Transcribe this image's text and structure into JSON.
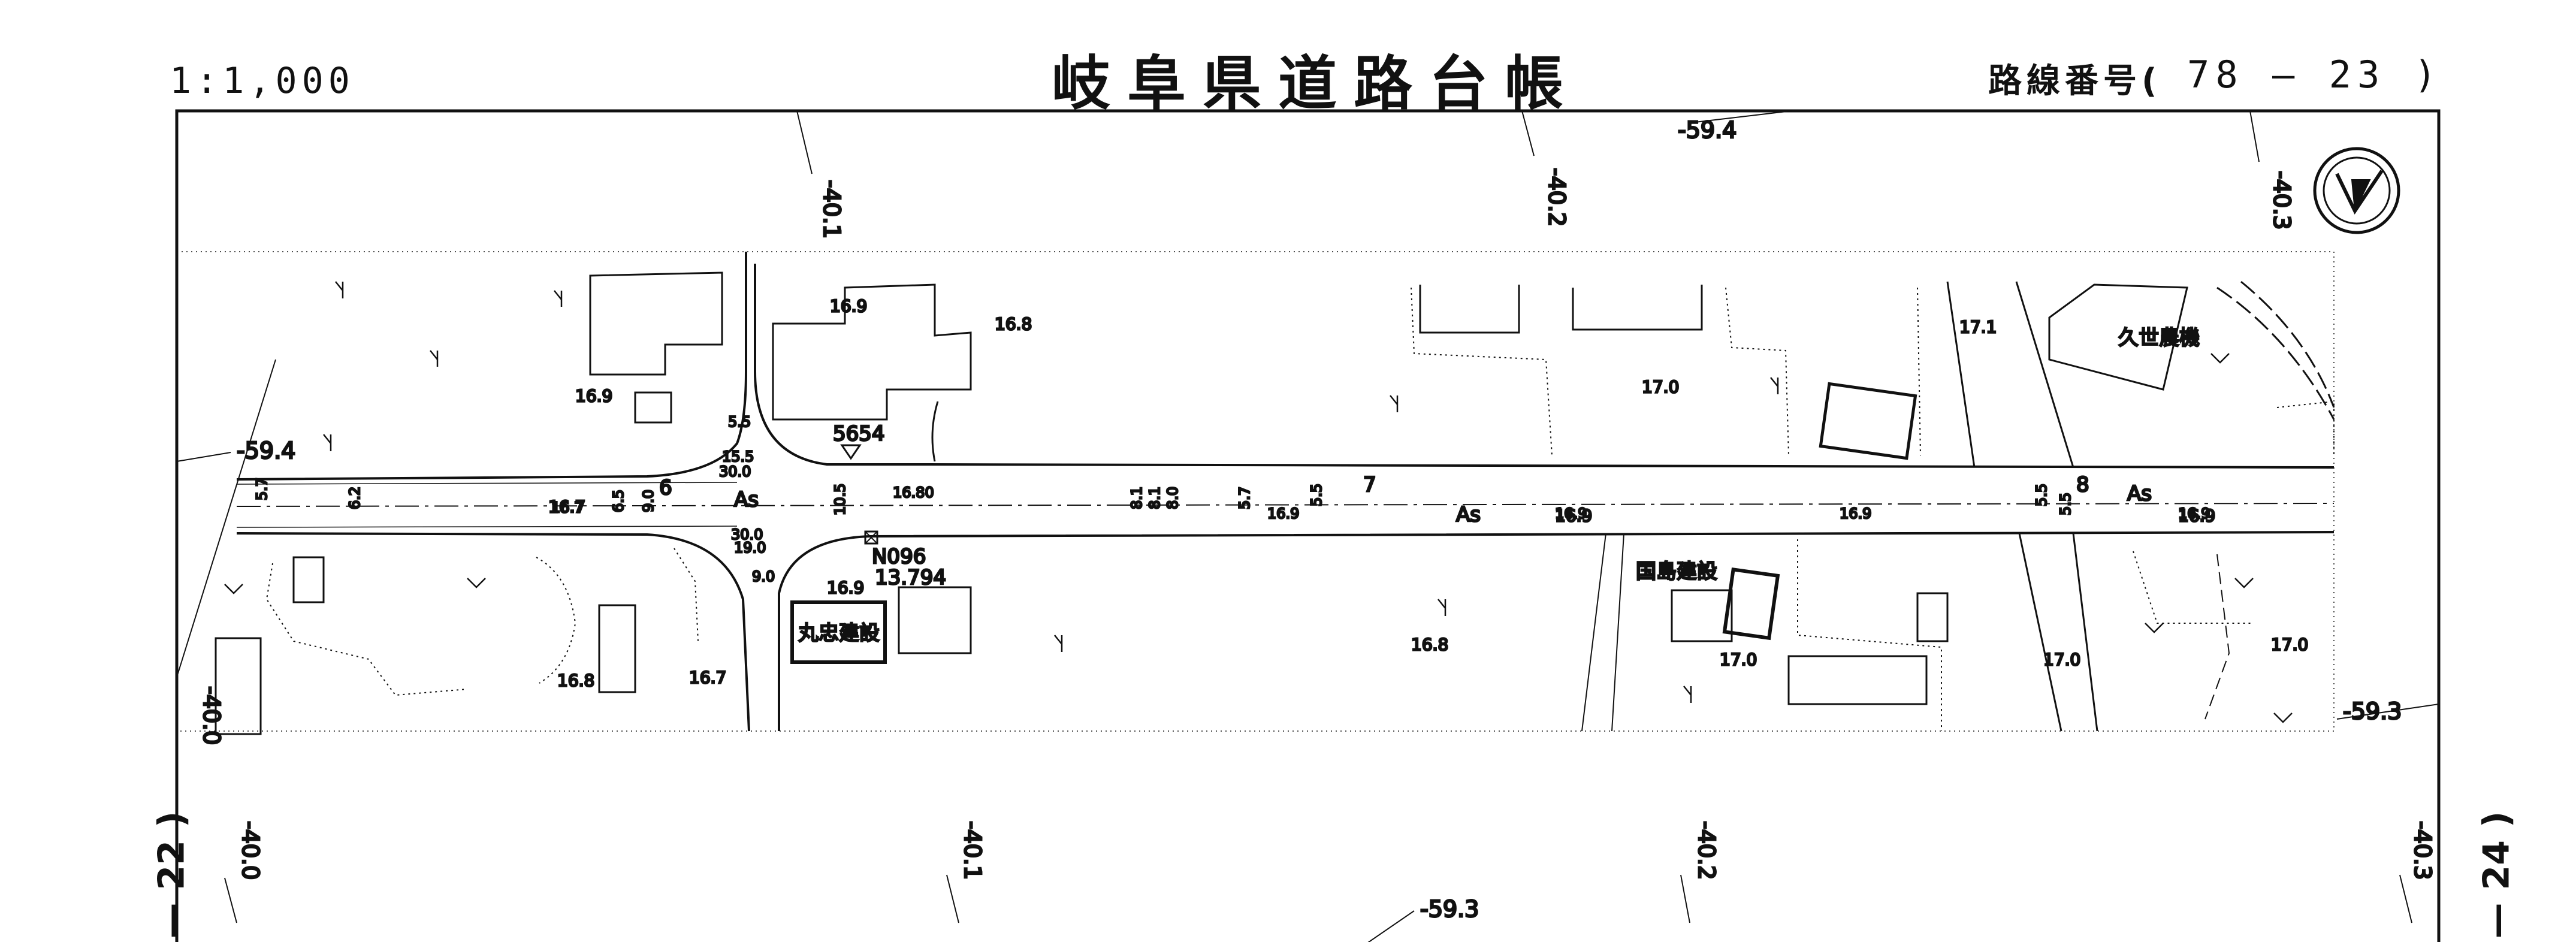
{
  "header": {
    "scale": "1:1,000",
    "title": "岐阜県道路台帳",
    "route_label": "路線番号(",
    "route_number": "78 — 23  )"
  },
  "adjacent_sheets": {
    "previous": "— 22 )",
    "next": "— 24 )"
  },
  "grid": {
    "top_labels": [
      "-40.1",
      "-40.2",
      "-40.3"
    ],
    "bottom_labels": [
      "-40.0",
      "-40.1",
      "-40.2",
      "-40.3"
    ],
    "left_label": "-40.0",
    "lines": [
      "-59.4",
      "-59.4",
      "-59.3",
      "-59.3"
    ]
  },
  "road": {
    "surface_labels": [
      "As",
      "As",
      "As"
    ],
    "station_marks": [
      "6",
      "7",
      "8"
    ],
    "benchmark": {
      "id": "5654",
      "mark": "▽"
    },
    "control_point": {
      "id": "N096",
      "value": "13.794"
    },
    "widths": [
      "15.5",
      "30.0",
      "30.0",
      "19.0",
      "9.0",
      "5.5",
      "16.7",
      "16.80",
      "16.9",
      "16.9",
      "16.9",
      "16.9"
    ],
    "side_widths": [
      "5.7",
      "6.2",
      "6.5",
      "9.0",
      "10.5",
      "8.1",
      "8.1",
      "8.0",
      "5.7",
      "5.5",
      "5.5",
      "5.5"
    ]
  },
  "elevations": [
    "16.9",
    "16.8",
    "16.9",
    "16.7",
    "16.8",
    "16.7",
    "16.9",
    "16.8",
    "17.0",
    "17.1",
    "17.0",
    "17.0",
    "17.0",
    "16.9",
    "16.9"
  ],
  "buildings": [
    "丸忠建設",
    "国島建設",
    "久世農機"
  ],
  "colors": {
    "ink": "#111111",
    "paper": "#ffffff"
  },
  "icons": [
    "compass-north-arrow-icon",
    "tree-symbol-icon",
    "field-symbol-icon"
  ]
}
